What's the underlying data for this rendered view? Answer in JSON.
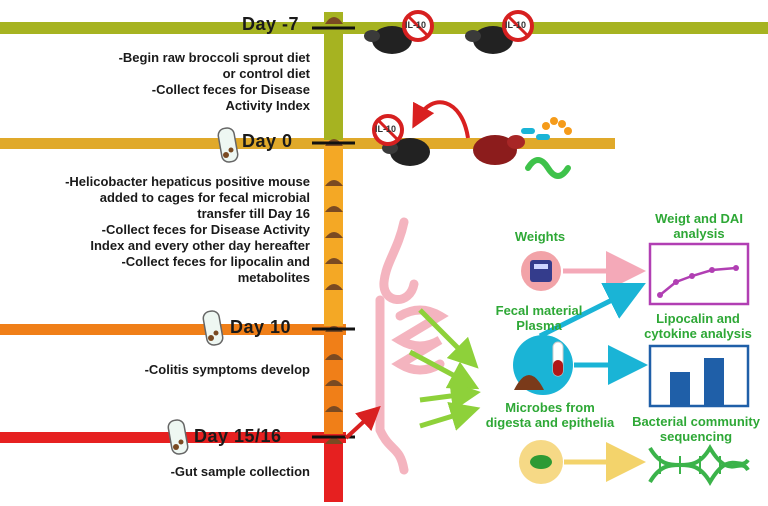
{
  "timeline": {
    "days": [
      {
        "label": "Day -7",
        "color": "#a6b321"
      },
      {
        "label": "Day 0",
        "color": "#e0a92a"
      },
      {
        "label": "Day 10",
        "color": "#f07f18"
      },
      {
        "label": "Day 15/16",
        "color": "#e62020"
      }
    ],
    "notes": {
      "day_minus7": [
        "-Begin raw broccoli sprout diet",
        "or control diet",
        "-Collect feces for Disease",
        "Activity Index"
      ],
      "day_0": [
        "-Helicobacter hepaticus positive mouse",
        "added to cages for fecal microbial",
        "transfer till Day 16",
        "-Collect feces for Disease Activity",
        "Index and every other day hereafter",
        "-Collect feces for lipocalin and",
        "metabolites"
      ],
      "day_10": [
        "-Colitis symptoms develop"
      ],
      "day_15": [
        "-Gut sample collection"
      ]
    }
  },
  "badges": {
    "il10": "IL-10"
  },
  "samples": {
    "weights": "Weights",
    "fecal_plasma": [
      "Fecal material",
      "Plasma"
    ],
    "microbes": [
      "Microbes from",
      "digesta and epithelia"
    ]
  },
  "analyses": {
    "weight_dai": [
      "Weigt and DAI",
      "analysis"
    ],
    "lipocalin": [
      "Lipocalin and",
      "cytokine analysis"
    ],
    "sequencing": [
      "Bacterial community",
      "sequencing"
    ]
  },
  "colors": {
    "green_text": "#2ea836",
    "arrow_pink": "#f4a9b8",
    "arrow_cyan": "#1ab4d6",
    "arrow_green": "#8ed13a",
    "arrow_yellow": "#f3d36b"
  }
}
